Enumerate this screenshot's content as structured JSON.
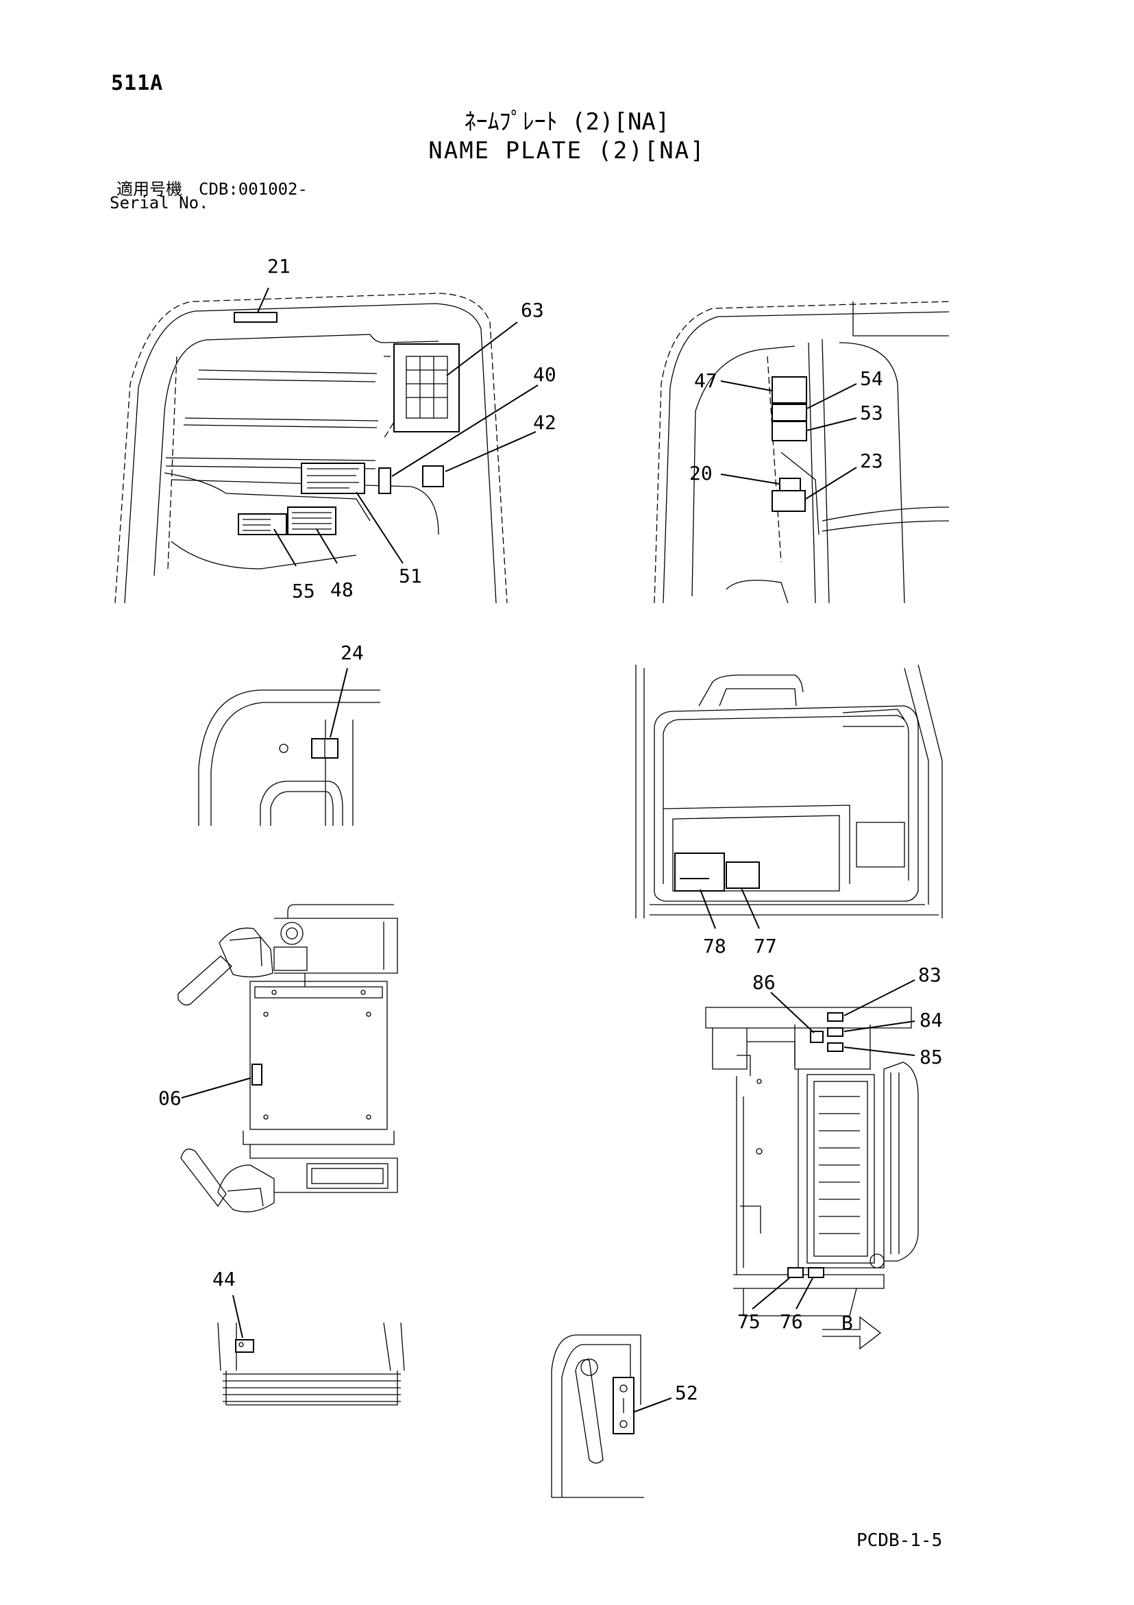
{
  "header": {
    "page_number": "511A",
    "title_jp": "ﾈｰﾑﾌﾟﾚｰﾄ (2)[NA]",
    "title_en": "NAME PLATE (2)[NA]",
    "serial_label_jp": "適用号機　CDB:001002-",
    "serial_label_en": "Serial No."
  },
  "callouts": {
    "c21": "21",
    "c63": "63",
    "c40": "40",
    "c42": "42",
    "c51": "51",
    "c55": "55",
    "c48": "48",
    "c47": "47",
    "c54": "54",
    "c53": "53",
    "c20": "20",
    "c23": "23",
    "c24": "24",
    "c78": "78",
    "c77": "77",
    "c86": "86",
    "c83": "83",
    "c84": "84",
    "c85": "85",
    "c75": "75",
    "c76": "76",
    "cB": "B",
    "c06": "06",
    "c44": "44",
    "c52": "52"
  },
  "footer": {
    "code": "PCDB-1-5"
  }
}
